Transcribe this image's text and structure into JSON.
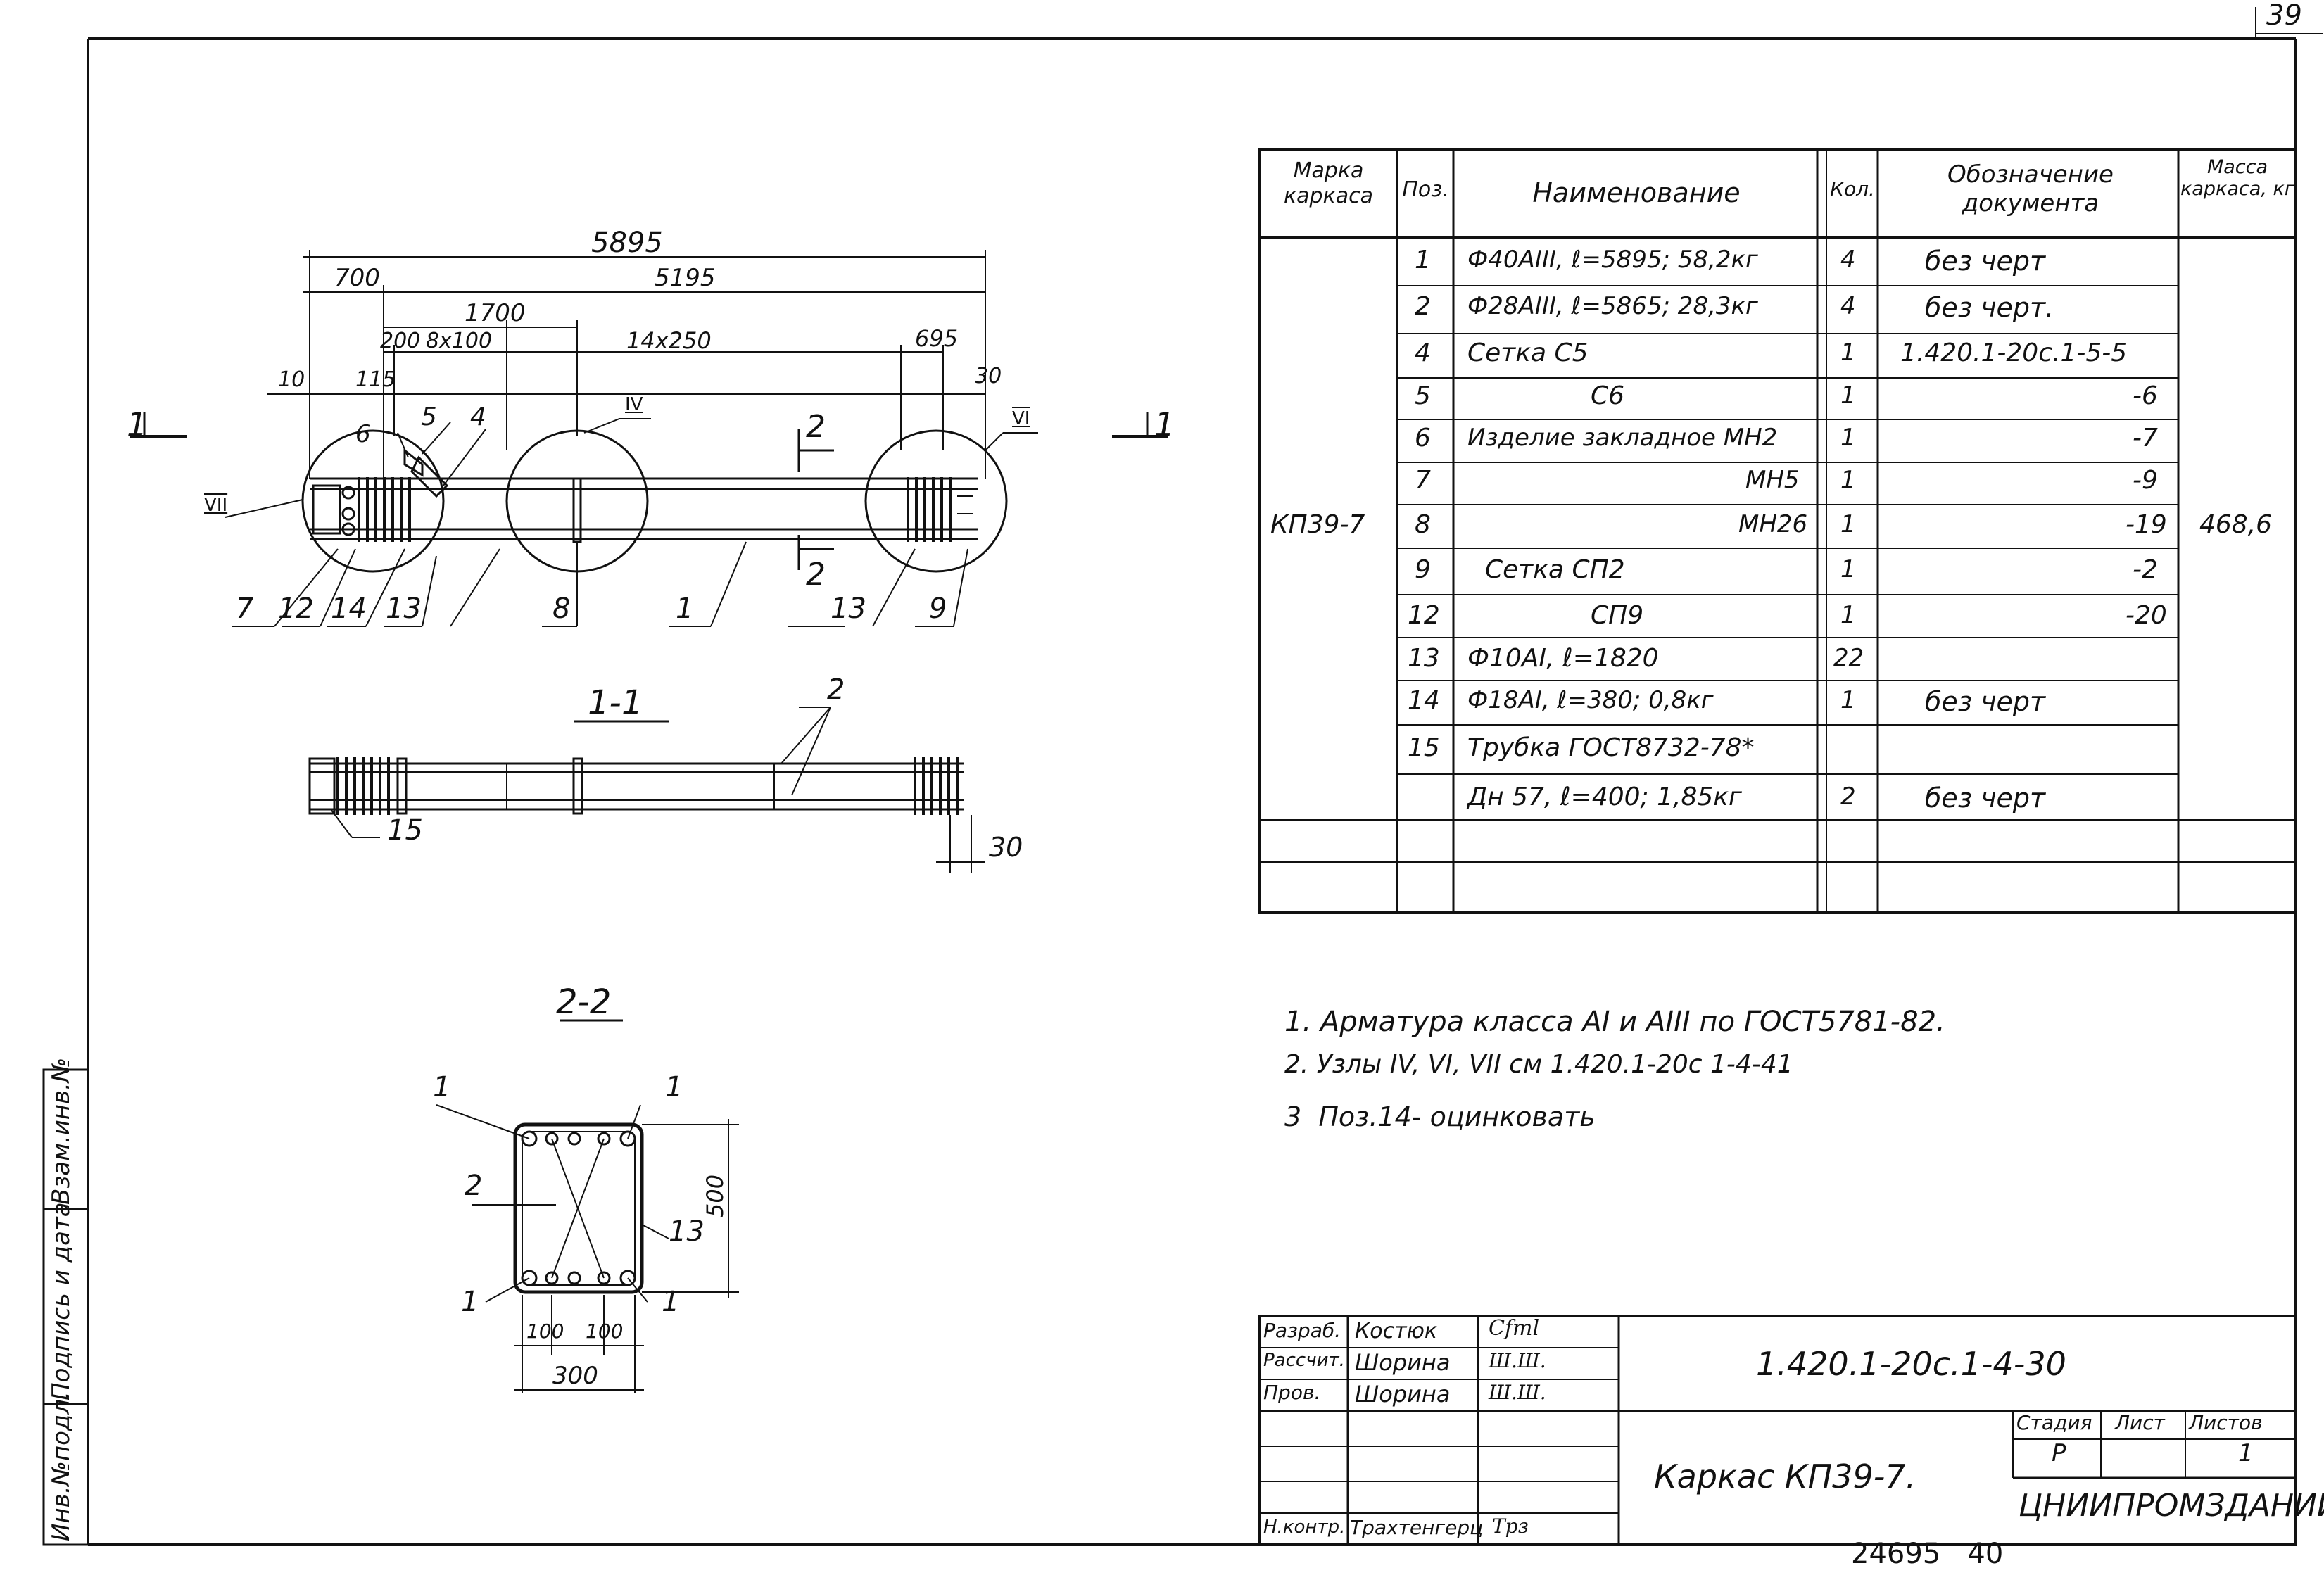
{
  "page_number": "39",
  "stamp_bottom": "24695   40",
  "left_margin_labels": [
    "Инв.№подл.",
    "Подпись и дата",
    "Взам.инв.№"
  ],
  "plan": {
    "dims": {
      "overall": "5895",
      "d700": "700",
      "d5195": "5195",
      "d1700": "1700",
      "d200": "200",
      "d8x100": "8x100",
      "d14x250": "14x250",
      "d695": "695",
      "d10": "10",
      "d115": "115",
      "d30": "30"
    },
    "section_marks": {
      "left": "1",
      "right": "1",
      "top2": "2",
      "bottom2": "2"
    },
    "nodes": {
      "iv": "IV",
      "vi": "VI",
      "vii": "VII"
    },
    "callouts": [
      "7",
      "12",
      "14",
      "13",
      "8",
      "1",
      "13",
      "9",
      "5",
      "4",
      "6"
    ]
  },
  "section_1_1": {
    "title": "1-1",
    "label_2": "2",
    "label_15": "15",
    "dim_30": "30"
  },
  "section_2_2": {
    "title": "2-2",
    "labels": {
      "tl": "1",
      "tr": "1",
      "bl": "1",
      "br": "1",
      "two": "2",
      "thirteen": "13"
    },
    "dims": {
      "h500": "500",
      "d100a": "100",
      "d100b": "100",
      "w300": "300"
    }
  },
  "spec_table": {
    "headers": [
      "Марка каркаса",
      "Поз.",
      "Наименование",
      "Кол.",
      "Обозначение документа",
      "Масса каркаса, кг"
    ],
    "mark": "КП39-7",
    "mass": "468,6",
    "rows": [
      {
        "pos": "1",
        "name": "Ф40АIII, ℓ=5895; 58,2кг",
        "qty": "4",
        "doc": "без черт"
      },
      {
        "pos": "2",
        "name": "Ф28АIII, ℓ=5865; 28,3кг",
        "qty": "4",
        "doc": "без черт."
      },
      {
        "pos": "4",
        "name": "Сетка С5",
        "qty": "1",
        "doc": "1.420.1-20с.1-5-5"
      },
      {
        "pos": "5",
        "name": "С6",
        "qty": "1",
        "doc": "-6"
      },
      {
        "pos": "6",
        "name": "Изделие закладное МН2",
        "qty": "1",
        "doc": "-7"
      },
      {
        "pos": "7",
        "name": "МН5",
        "qty": "1",
        "doc": "-9"
      },
      {
        "pos": "8",
        "name": "МН26",
        "qty": "1",
        "doc": "-19"
      },
      {
        "pos": "9",
        "name": "Сетка СП2",
        "qty": "1",
        "doc": "-2"
      },
      {
        "pos": "12",
        "name": "СП9",
        "qty": "1",
        "doc": "-20"
      },
      {
        "pos": "13",
        "name": "Ф10АI, ℓ=1820",
        "qty": "22",
        "doc": ""
      },
      {
        "pos": "14",
        "name": "Ф18АI, ℓ=380; 0,8кг",
        "qty": "1",
        "doc": "без черт"
      },
      {
        "pos": "15",
        "name": "Трубка ГОСТ8732-78*",
        "qty": "",
        "doc": ""
      },
      {
        "pos": "",
        "name": "Дн 57, ℓ=400; 1,85кг",
        "qty": "2",
        "doc": "без черт"
      },
      {
        "pos": "",
        "name": "",
        "qty": "",
        "doc": ""
      },
      {
        "pos": "",
        "name": "",
        "qty": "",
        "doc": ""
      }
    ]
  },
  "notes": [
    "1. Арматура класса АI и АIII по ГОСТ5781-82.",
    "2. Узлы IV, VI, VII см 1.420.1-20с 1-4-41",
    "3  Поз.14- оцинковать"
  ],
  "title_block": {
    "roles": [
      "Разраб.",
      "Рассчит.",
      "Пров.",
      "",
      "",
      "",
      "Н.контр."
    ],
    "names": [
      "Костюк",
      "Шорина",
      "Шорина",
      "",
      "",
      "",
      "Трахтенгерц"
    ],
    "signatures": [
      "Cfml",
      "Ш.Ш.",
      "Ш.Ш.",
      "",
      "",
      "",
      "Трз"
    ],
    "designation": "1.420.1-20с.1-4-30",
    "title": "Каркас КП39-7.",
    "stage_label": "Стадия",
    "sheet_label": "Лист",
    "sheets_label": "Листов",
    "stage": "Р",
    "sheets": "1",
    "org": "ЦНИИПРОМЗДАНИЙ"
  }
}
